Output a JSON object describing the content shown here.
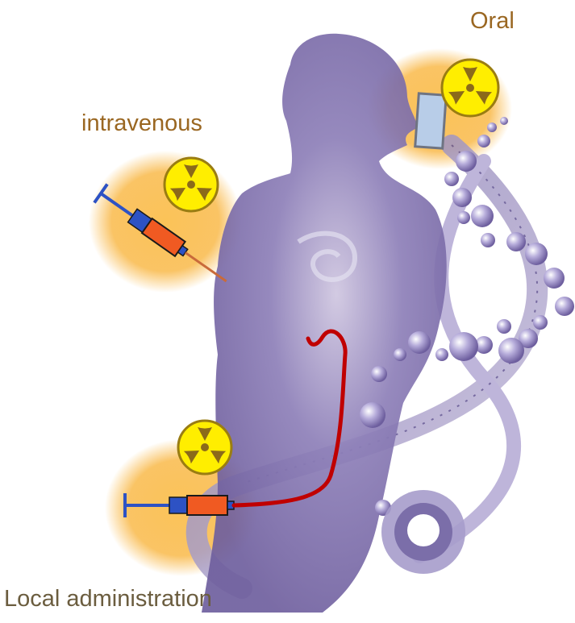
{
  "labels": {
    "oral": "Oral",
    "intravenous": "intravenous",
    "local": "Local administration"
  },
  "colors": {
    "label_text": "#9a6722",
    "local_label_text": "#6b5d3f",
    "body_silhouette": "#7a6aa6",
    "glow": "#f9b949",
    "hazard_fill": "#ffee00",
    "hazard_symbol": "#8b6a1a",
    "syringe_plunger": "#2d52c4",
    "syringe_barrel": "#f05a22",
    "catheter": "#c00000",
    "pill": "#b8cde8"
  },
  "icons": [
    "radiation-hazard-icon",
    "syringe-icon",
    "pill-icon",
    "catheter-line",
    "dna-helix",
    "molecule-spheres"
  ]
}
